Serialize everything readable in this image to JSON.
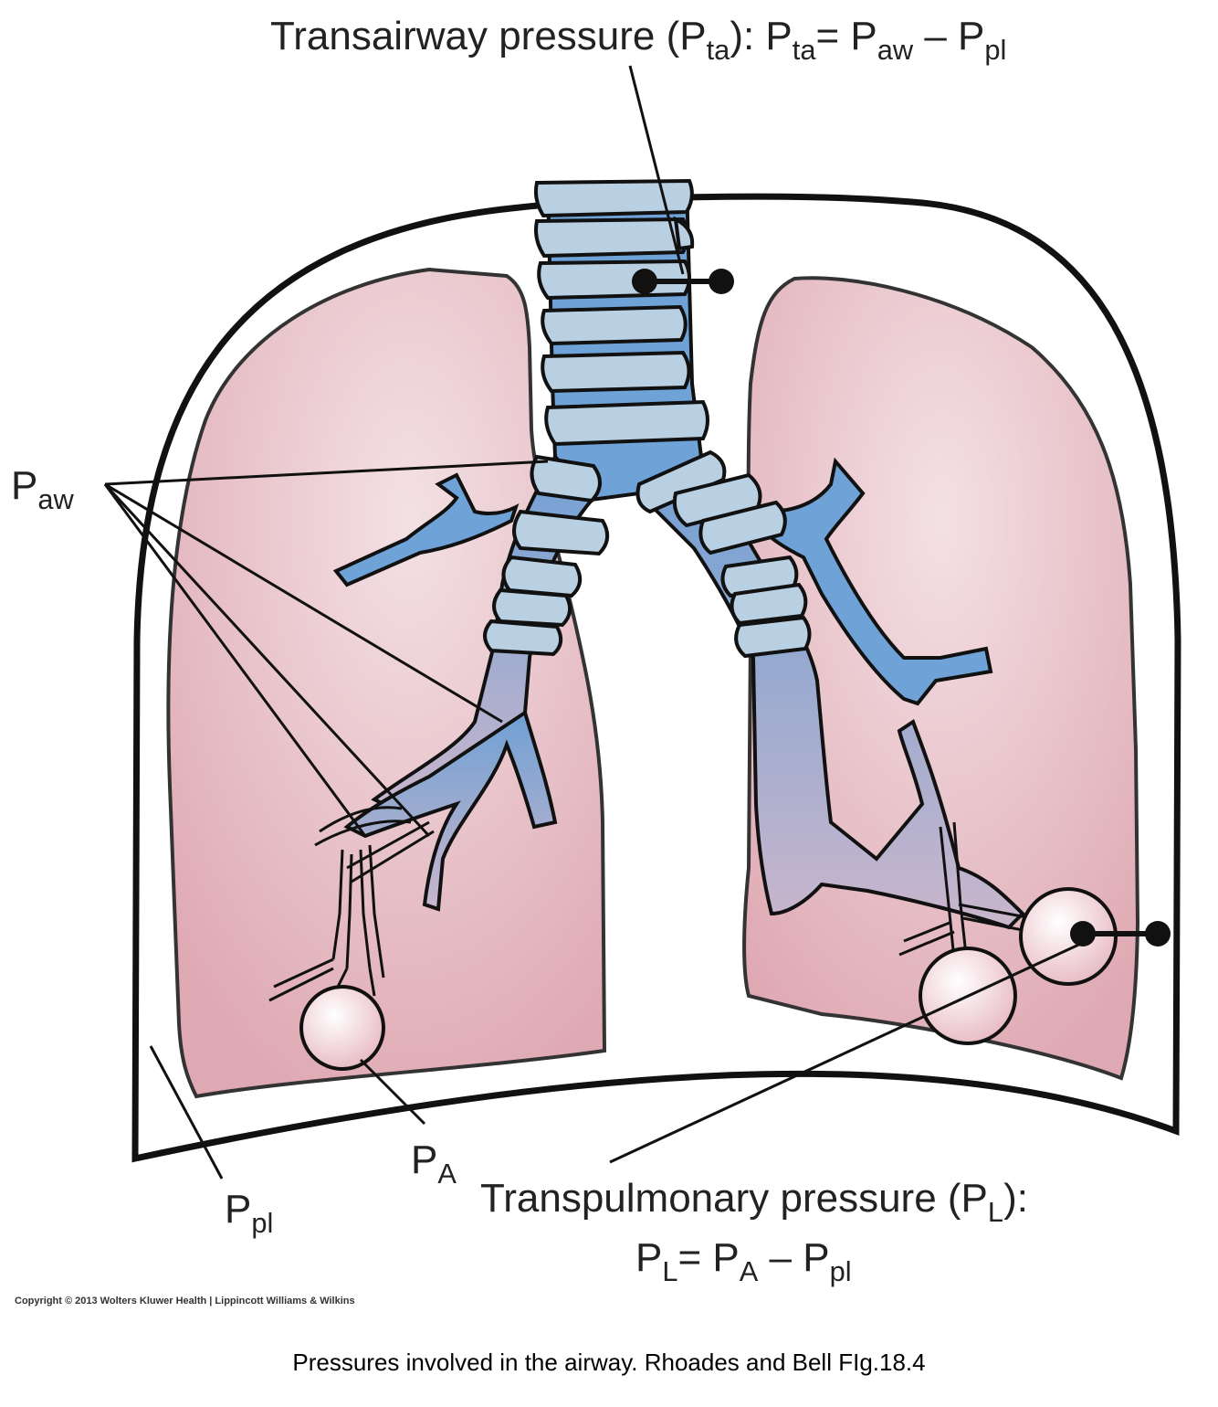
{
  "labels": {
    "transairway": {
      "name": "Transairway pressure (P",
      "name_sub": "ta",
      "name_close": "): P",
      "lhs_sub": "ta",
      "eq": "= P",
      "aw_sub": "aw",
      "minus": " – P",
      "pl_sub": "pl"
    },
    "paw": {
      "main": "P",
      "sub": "aw"
    },
    "pa": {
      "main": "P",
      "sub": "A"
    },
    "ppl": {
      "main": "P",
      "sub": "pl"
    },
    "transpulmonary": {
      "line1": "Transpulmonary pressure (P",
      "line1_sub": "L",
      "line1_close": "):",
      "l2_p": "P",
      "l2_sub_l": "L",
      "l2_eq": "= P",
      "l2_sub_a": "A",
      "l2_minus": " – P",
      "l2_sub_pl": "pl"
    }
  },
  "copyright": "Copyright © 2013 Wolters Kluwer Health | Lippincott Williams & Wilkins",
  "caption": "Pressures involved in the airway. Rhoades and Bell FIg.18.4",
  "colors": {
    "lung_fill": "#e4b5bd",
    "lung_center": "#f2dde1",
    "airway_fill": "#7aa7d6",
    "cartilage_fill": "#b9d0e3",
    "outline": "#111111",
    "alveolus_fill": "#f0d0d6"
  }
}
